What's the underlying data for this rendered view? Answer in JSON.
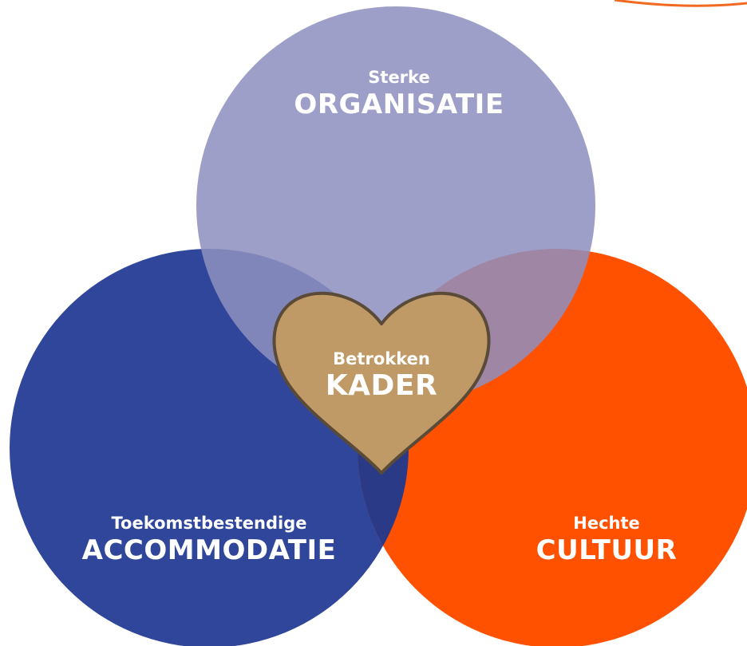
{
  "circles": {
    "organisatie": {
      "subtitle": "Sterke",
      "title": "ORGANISATIE",
      "color": "#9a9bc5"
    },
    "accommodatie": {
      "subtitle": "Toekomstbestendige",
      "title": "ACCOMMODATIE",
      "color": "#2f469a"
    },
    "cultuur": {
      "subtitle": "Hechte",
      "title": "CULTUUR",
      "color": "#ff5100"
    }
  },
  "center": {
    "subtitle": "Betrokken",
    "title": "KADER",
    "shape": "heart-icon",
    "fill": "#bf9966",
    "stroke": "#5a4a38"
  },
  "accent_line_color": "#f26a21"
}
